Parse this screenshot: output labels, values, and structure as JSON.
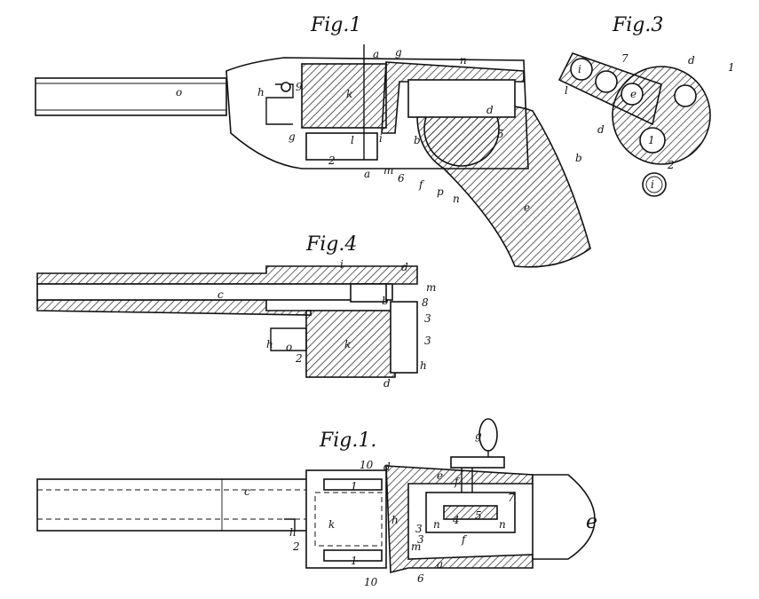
{
  "figures": [
    {
      "caption": "Fig.1"
    },
    {
      "caption": "Fig.3"
    },
    {
      "caption": "Fig.4"
    },
    {
      "caption": "Fig.1."
    }
  ],
  "labels": {
    "fig1": [
      "a",
      "g",
      "o",
      "n",
      "h",
      "9",
      "k",
      "l",
      "i",
      "2",
      "g",
      "a",
      "m",
      "6",
      "f",
      "p",
      "n",
      "e",
      "d",
      "b",
      "5"
    ],
    "fig3": [
      "i",
      "e",
      "7",
      "d",
      "1",
      "l",
      "d",
      "b",
      "1",
      "2",
      "i"
    ],
    "fig4": [
      "i",
      "d",
      "m",
      "c",
      "b",
      "8",
      "3",
      "3",
      "h",
      "o",
      "2",
      "k",
      "h",
      "d"
    ],
    "fig1b": [
      "g",
      "10",
      "d",
      "e",
      "f",
      "c",
      "1",
      "k",
      "h",
      "n",
      "4",
      "5",
      "n",
      "7",
      "f",
      "h",
      "2",
      "1",
      "10",
      "6",
      "a",
      "m",
      "3",
      "3"
    ]
  }
}
